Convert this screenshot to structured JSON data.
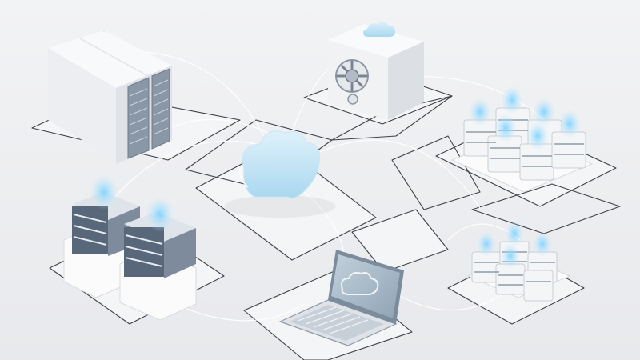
{
  "scene": {
    "description_tags": [
      "cloud",
      "server-rack",
      "safe",
      "server-stack",
      "data-cluster",
      "laptop",
      "platform"
    ],
    "colors": {
      "background": "#eeeff1",
      "platform_fill": "#f6f7f8",
      "platform_stroke": "#3c3f45",
      "cloud_blue": "#bfe3f4",
      "glow_blue": "#9fdcff",
      "device_white": "#fbfbfc",
      "slate": "#6c7b8c",
      "dark_slate": "#4b5665",
      "screen_blue": "#9fb2c2"
    },
    "objects": [
      {
        "name": "server-rack-icon"
      },
      {
        "name": "safe-vault-icon"
      },
      {
        "name": "central-cloud-icon"
      },
      {
        "name": "server-stack-icon"
      },
      {
        "name": "cluster-top-icon"
      },
      {
        "name": "cluster-bottom-icon"
      },
      {
        "name": "laptop-icon"
      }
    ]
  }
}
